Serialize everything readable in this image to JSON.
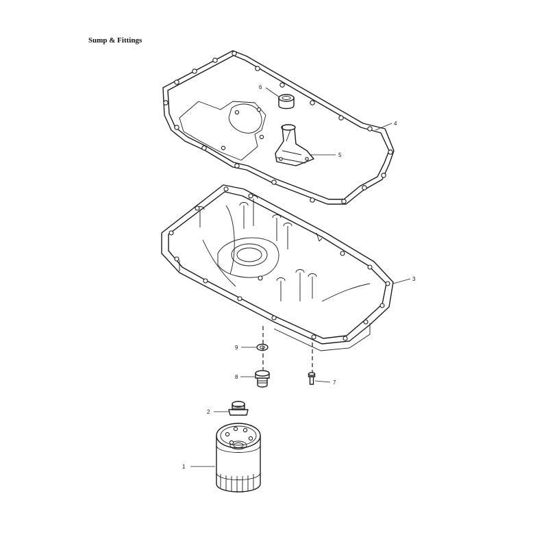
{
  "title": "Sump & Fittings",
  "callouts": {
    "c1": "1",
    "c2": "2",
    "c3": "3",
    "c4": "4",
    "c5": "5",
    "c6": "6",
    "c7": "7",
    "c8": "8",
    "c9": "9"
  }
}
